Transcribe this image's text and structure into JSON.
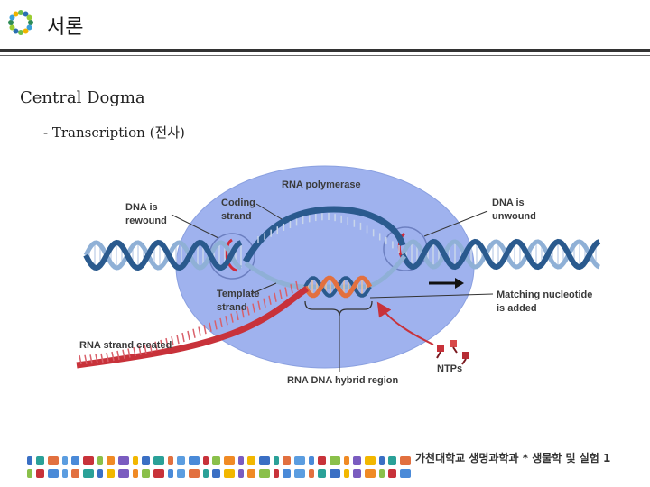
{
  "header": {
    "title": "서론"
  },
  "content": {
    "heading": "Central Dogma",
    "subheading": "- Transcription (전사)"
  },
  "diagram": {
    "labels": {
      "rna_polymerase": "RNA polymerase",
      "coding_strand_1": "Coding",
      "coding_strand_2": "strand",
      "dna_rewound_1": "DNA is",
      "dna_rewound_2": "rewound",
      "dna_unwound_1": "DNA is",
      "dna_unwound_2": "unwound",
      "template_strand_1": "Template",
      "template_strand_2": "strand",
      "matching_nucleotide_1": "Matching nucleotide",
      "matching_nucleotide_2": "is added",
      "rna_strand_created": "RNA strand created",
      "ntps": "NTPs",
      "hybrid_region": "RNA DNA hybrid region"
    },
    "colors": {
      "polymerase": "#9fb2ee",
      "dna_dark": "#2a5a8e",
      "dna_light": "#8fb0d6",
      "rna": "#c8323a",
      "hybrid": "#e2703f"
    }
  },
  "footer": {
    "text": "가천대학교 생명과학과 * 생물학 및 실험 1"
  }
}
